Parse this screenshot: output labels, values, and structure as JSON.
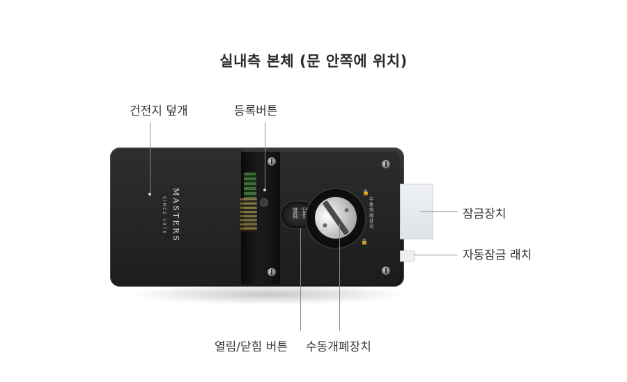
{
  "title": "실내측 본체 (문 안쪽에 위치)",
  "labels": {
    "battery_cover": "건전지 덮개",
    "register_button": "등록버튼",
    "deadbolt": "잠금장치",
    "auto_latch": "자동잠금 래치",
    "open_close_button": "열림/닫힘 버튼",
    "manual_knob": "수동개폐장치"
  },
  "device": {
    "brand": "MASTERS",
    "brand_sub": "SINCE 1970",
    "button_text_1": "열림",
    "button_text_2": "닫힘",
    "knob_caption": "수동개폐장치",
    "lock_symbol": "🔒",
    "unlock_symbol": "🔓"
  }
}
